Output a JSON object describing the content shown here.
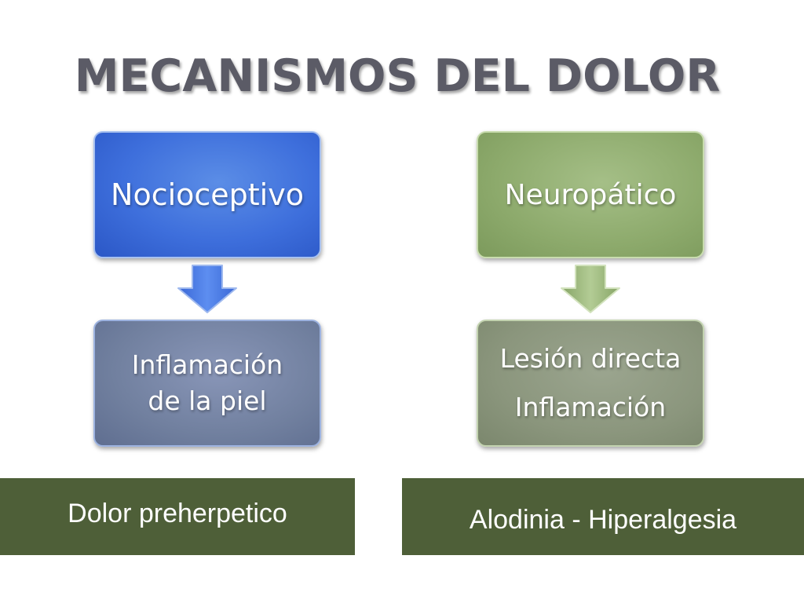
{
  "slide": {
    "title": "MECANISMOS DEL DOLOR"
  },
  "diagram": {
    "left": {
      "top_box": "Nocioceptivo",
      "bottom_box_lines": [
        "Inflamación",
        "de la piel"
      ],
      "arrow_icon": "down-arrow-icon",
      "banner": "Dolor preherpetico",
      "accent_color": "#3e6fdc"
    },
    "right": {
      "top_box": "Neuropático",
      "bottom_box_lines": [
        "Lesión directa",
        "Inflamación"
      ],
      "arrow_icon": "down-arrow-icon",
      "banner": "Alodinia - Hiperalgesia",
      "accent_color": "#8daa6c"
    },
    "banner_color": "#4e5f38"
  }
}
